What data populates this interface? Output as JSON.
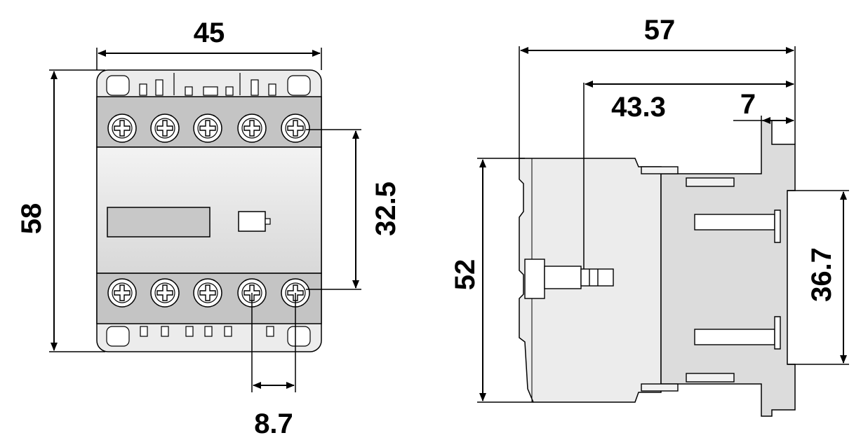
{
  "dimensions": {
    "front_width": "45",
    "front_height": "58",
    "front_terminal_span": "32.5",
    "front_terminal_pitch": "8.7",
    "side_depth": "57",
    "side_depth_partial": "43.3",
    "side_flange": "7",
    "side_height": "52",
    "side_rail_span": "36.7"
  },
  "colors": {
    "body_light": "#ececec",
    "body_mid": "#d4d4d4",
    "band": "#c0c0c0",
    "line": "#000000"
  }
}
